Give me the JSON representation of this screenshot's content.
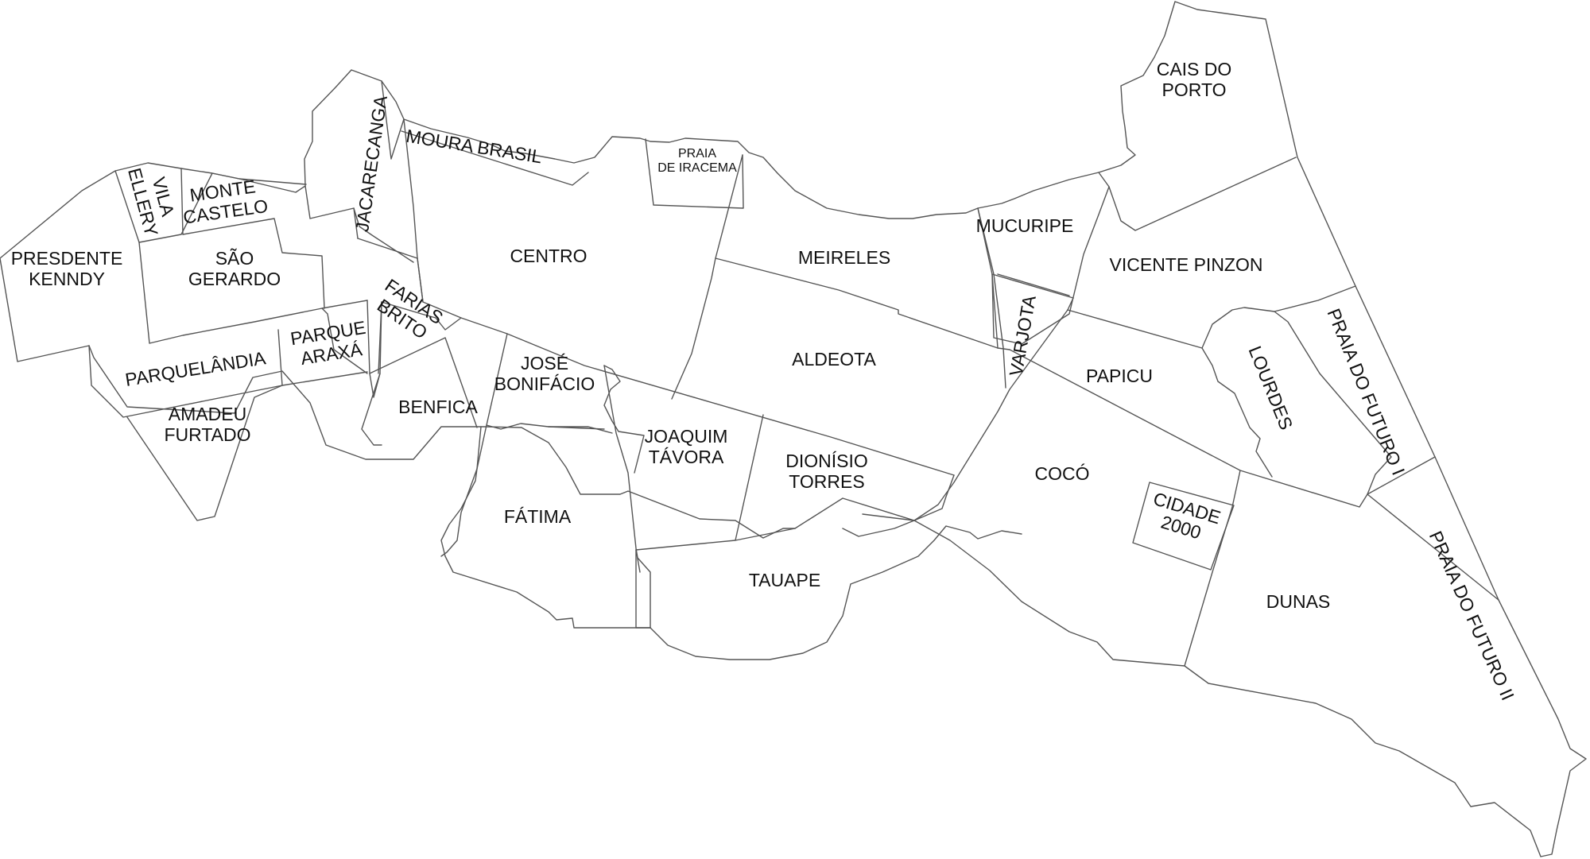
{
  "map": {
    "neighborhoods": {
      "cais_do_porto": [
        "CAIS DO",
        "PORTO"
      ],
      "mucuripe": [
        "MUCURIPE"
      ],
      "vicente_pinzon": [
        "VICENTE PINZON"
      ],
      "varjota": [
        "VARJOTA"
      ],
      "papicu": [
        "PAPICU"
      ],
      "lourdes": [
        "LOURDES"
      ],
      "praia_do_futuro_i": [
        "PRAIA DO FUTURO I"
      ],
      "praia_do_futuro_ii": [
        "PRAIA DO FUTURO II"
      ],
      "coco": [
        "COCÓ"
      ],
      "cidade_2000": [
        "CIDADE",
        "2000"
      ],
      "dunas": [
        "DUNAS"
      ],
      "meireles": [
        "MEIRELES"
      ],
      "aldeota": [
        "ALDEOTA"
      ],
      "praia_de_iracema": [
        "PRAIA",
        "DE IRACEMA"
      ],
      "centro": [
        "CENTRO"
      ],
      "moura_brasil": [
        "MOURA BRASIL"
      ],
      "jacarecanga": [
        "JACARECANGA"
      ],
      "vila_ellery": [
        "VILA",
        "ELLERY"
      ],
      "monte_castelo": [
        "MONTE",
        "CASTELO"
      ],
      "presidente_kennedy": [
        "PRESDENTE",
        "KENNDY"
      ],
      "sao_gerardo": [
        "SÃO",
        "GERARDO"
      ],
      "farias_brito": [
        "FARIAS",
        "BRITO"
      ],
      "parquelandia": [
        "PARQUELÂNDIA"
      ],
      "parque_araxa": [
        "PARQUE",
        "ARAXÁ"
      ],
      "amadeu_furtado": [
        "AMADEU",
        "FURTADO"
      ],
      "benfica": [
        "BENFICA"
      ],
      "jose_bonifacio": [
        "JOSÉ",
        "BONIFÁCIO"
      ],
      "joaquim_tavora": [
        "JOAQUIM",
        "TÁVORA"
      ],
      "dionisio_torres": [
        "DIONÍSIO",
        "TORRES"
      ],
      "fatima": [
        "FÁTIMA"
      ],
      "tauape": [
        "TAUAPE"
      ]
    }
  }
}
